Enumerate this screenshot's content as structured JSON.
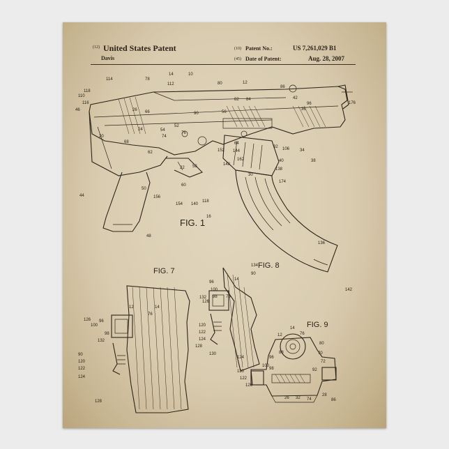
{
  "header": {
    "left_code": "(12)",
    "title": "United States Patent",
    "inventor": "Davis",
    "patno_code": "(10)",
    "patno_label": "Patent No.:",
    "patno_value": "US 7,261,029 B1",
    "date_code": "(45)",
    "date_label": "Date of Patent:",
    "date_value": "Aug. 28, 2007"
  },
  "figures": {
    "fig1": "FIG. 1",
    "fig7": "FIG. 7",
    "fig8": "FIG. 8",
    "fig9": "FIG. 9"
  },
  "ref_numbers": {
    "fig1": [
      "118",
      "114",
      "10",
      "78",
      "112",
      "14",
      "80",
      "12",
      "86",
      "42",
      "176",
      "110",
      "116",
      "46",
      "26",
      "66",
      "56",
      "90",
      "84",
      "82",
      "96",
      "36",
      "24",
      "54",
      "52",
      "20",
      "68",
      "62",
      "74",
      "76",
      "32",
      "106",
      "34",
      "38",
      "40",
      "64",
      "144",
      "148",
      "152",
      "162",
      "30",
      "138",
      "44",
      "22",
      "58",
      "174",
      "156",
      "60",
      "50",
      "154",
      "140",
      "118",
      "16",
      "48",
      "134",
      "136",
      "142"
    ],
    "fig7": [
      "12",
      "14",
      "76",
      "126",
      "100",
      "96",
      "98",
      "132",
      "90",
      "120",
      "122",
      "124",
      "128",
      "130"
    ],
    "fig8": [
      "14",
      "90",
      "132",
      "126",
      "96",
      "100",
      "98",
      "76",
      "120",
      "122",
      "124",
      "128",
      "130"
    ],
    "fig9": [
      "12",
      "14",
      "76",
      "80",
      "70",
      "72",
      "96",
      "88",
      "130",
      "124",
      "122",
      "126",
      "100",
      "98",
      "92",
      "74",
      "26",
      "32",
      "28",
      "86"
    ]
  },
  "colors": {
    "paper": "#dccfb3",
    "ink": "#2d251b",
    "background": "#ececec"
  }
}
